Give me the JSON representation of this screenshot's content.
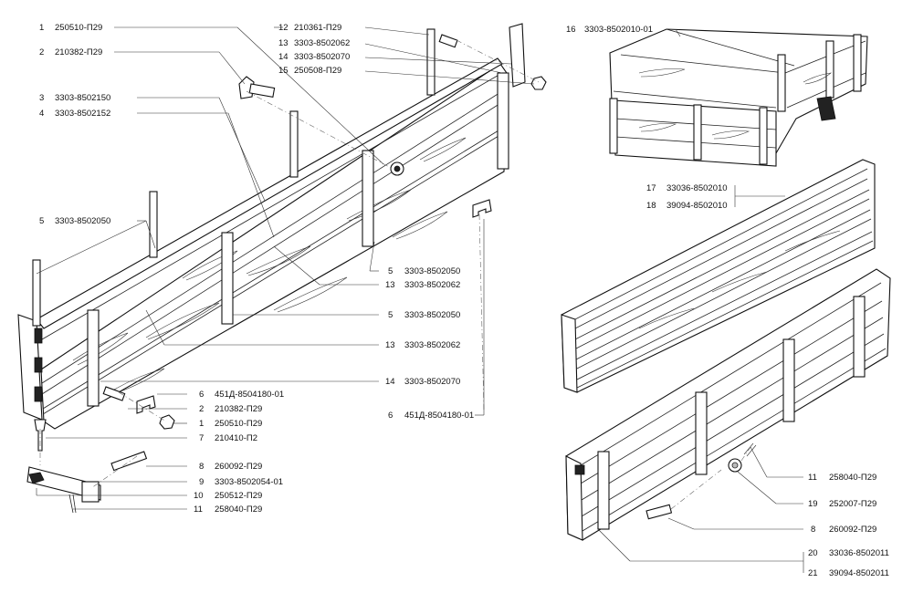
{
  "callouts": [
    {
      "num": "1",
      "code": "250510-П29"
    },
    {
      "num": "2",
      "code": "210382-П29"
    },
    {
      "num": "3",
      "code": "3303-8502150"
    },
    {
      "num": "4",
      "code": "3303-8502152"
    },
    {
      "num": "5",
      "code": "3303-8502050"
    },
    {
      "num": "12",
      "code": "210361-П29"
    },
    {
      "num": "13",
      "code": "3303-8502062"
    },
    {
      "num": "14",
      "code": "3303-8502070"
    },
    {
      "num": "15",
      "code": "250508-П29"
    },
    {
      "num": "5",
      "code": "3303-8502050"
    },
    {
      "num": "13",
      "code": "3303-8502062"
    },
    {
      "num": "5",
      "code": "3303-8502050"
    },
    {
      "num": "13",
      "code": "3303-8502062"
    },
    {
      "num": "14",
      "code": "3303-8502070"
    },
    {
      "num": "6",
      "code": "451Д-8504180-01"
    },
    {
      "num": "6",
      "code": "451Д-8504180-01"
    },
    {
      "num": "2",
      "code": "210382-П29"
    },
    {
      "num": "1",
      "code": "250510-П29"
    },
    {
      "num": "7",
      "code": "210410-П2"
    },
    {
      "num": "8",
      "code": "260092-П29"
    },
    {
      "num": "9",
      "code": "3303-8502054-01"
    },
    {
      "num": "10",
      "code": "250512-П29"
    },
    {
      "num": "11",
      "code": "258040-П29"
    },
    {
      "num": "16",
      "code": "3303-8502010-01"
    },
    {
      "num": "17",
      "code": "33036-8502010"
    },
    {
      "num": "18",
      "code": "39094-8502010"
    },
    {
      "num": "11",
      "code": "258040-П29"
    },
    {
      "num": "19",
      "code": "252007-П29"
    },
    {
      "num": "8",
      "code": "260092-П29"
    },
    {
      "num": "20",
      "code": "33036-8502011"
    },
    {
      "num": "21",
      "code": "39094-8502011"
    }
  ]
}
